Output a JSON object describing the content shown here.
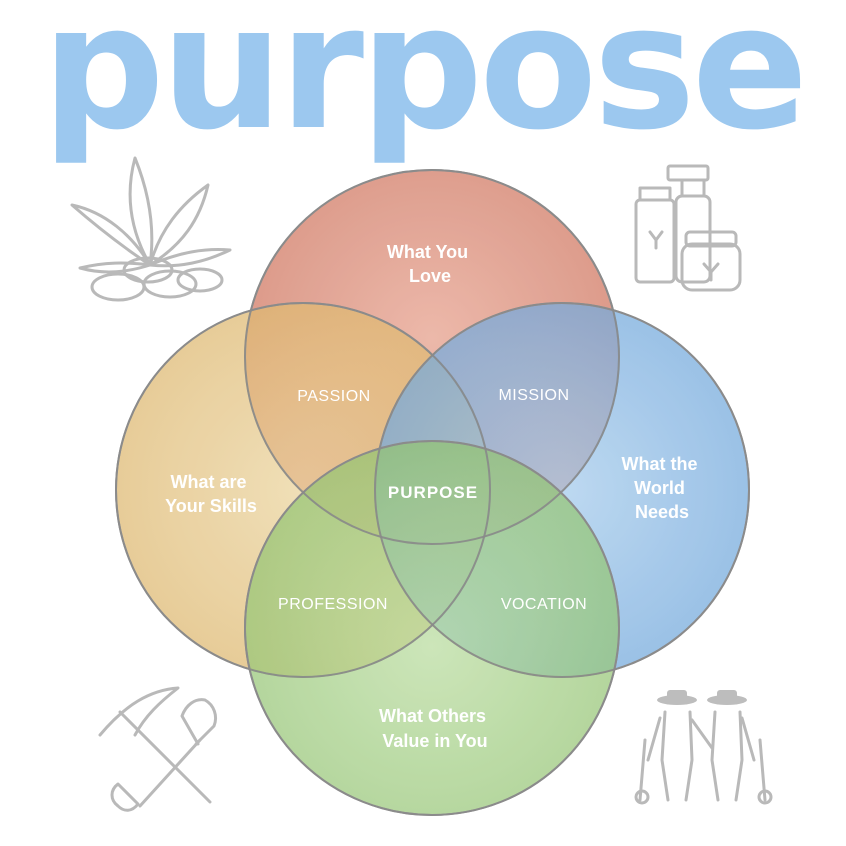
{
  "title": "purpose",
  "circles": {
    "top": {
      "lines": [
        "What You",
        "Love"
      ],
      "color": "#d9826b"
    },
    "left": {
      "lines": [
        "What are",
        "Your Skills"
      ],
      "color": "#dcb45f"
    },
    "right": {
      "lines": [
        "What the",
        "World",
        "Needs"
      ],
      "color": "#6fa8dc"
    },
    "bottom": {
      "lines": [
        "What Others",
        "Value in You"
      ],
      "color": "#8fc56a"
    }
  },
  "overlaps": {
    "passion": "PASSION",
    "mission": "MISSION",
    "profession": "PROFESSION",
    "vocation": "VOCATION",
    "center": "PURPOSE"
  },
  "icons": {
    "top_left": "hemp-leaf-seeds-icon",
    "top_right": "cosmetic-products-icon",
    "bottom_left": "pickaxe-shovel-icon",
    "bottom_right": "farmers-icon"
  }
}
